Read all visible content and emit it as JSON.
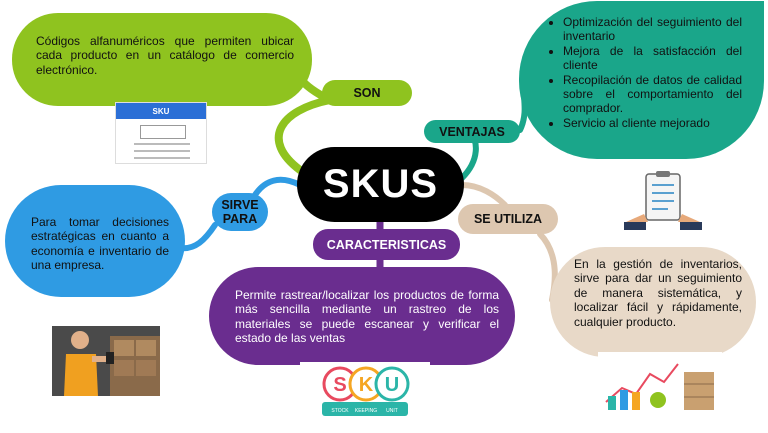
{
  "central": {
    "title": "SKUS"
  },
  "branches": {
    "son": {
      "label": "SON",
      "text": "Códigos alfanuméricos que permiten ubicar cada producto en un catálogo de comercio electrónico."
    },
    "ventajas": {
      "label": "VENTAJAS",
      "items": [
        "Optimización del seguimiento del inventario",
        "Mejora de la satisfacción del cliente",
        "Recopilación de datos de calidad sobre el comportamiento del comprador.",
        "Servicio al cliente mejorado"
      ]
    },
    "sirve_para": {
      "label": "SIRVE PARA",
      "text": "Para tomar decisiones estratégicas en cuanto a economía e inventario de una empresa."
    },
    "se_utiliza": {
      "label": "SE UTILIZA",
      "text": "En la gestión de inventarios, sirve para dar un seguimiento de manera sistemática, y localizar fácil y rápidamente, cualquier producto."
    },
    "caracteristicas": {
      "label": "CARACTERISTICAS",
      "text": "Permite rastrear/localizar los productos de forma más sencilla mediante un rastreo de los materiales se puede escanear y verificar el estado de las ventas"
    }
  },
  "images": {
    "sku_card": {
      "header": "SKU"
    },
    "sku_logo": {
      "letters": [
        "S",
        "K",
        "U"
      ],
      "words": [
        "STOCK",
        "KEEPING",
        "UNIT"
      ]
    }
  },
  "colors": {
    "son": "#8fc31f",
    "ventajas": "#1aa68a",
    "sirve_para": "#2f9be3",
    "se_utiliza": "#e8d9c8",
    "caracteristicas": "#6a2d8f",
    "central": "#000000"
  }
}
